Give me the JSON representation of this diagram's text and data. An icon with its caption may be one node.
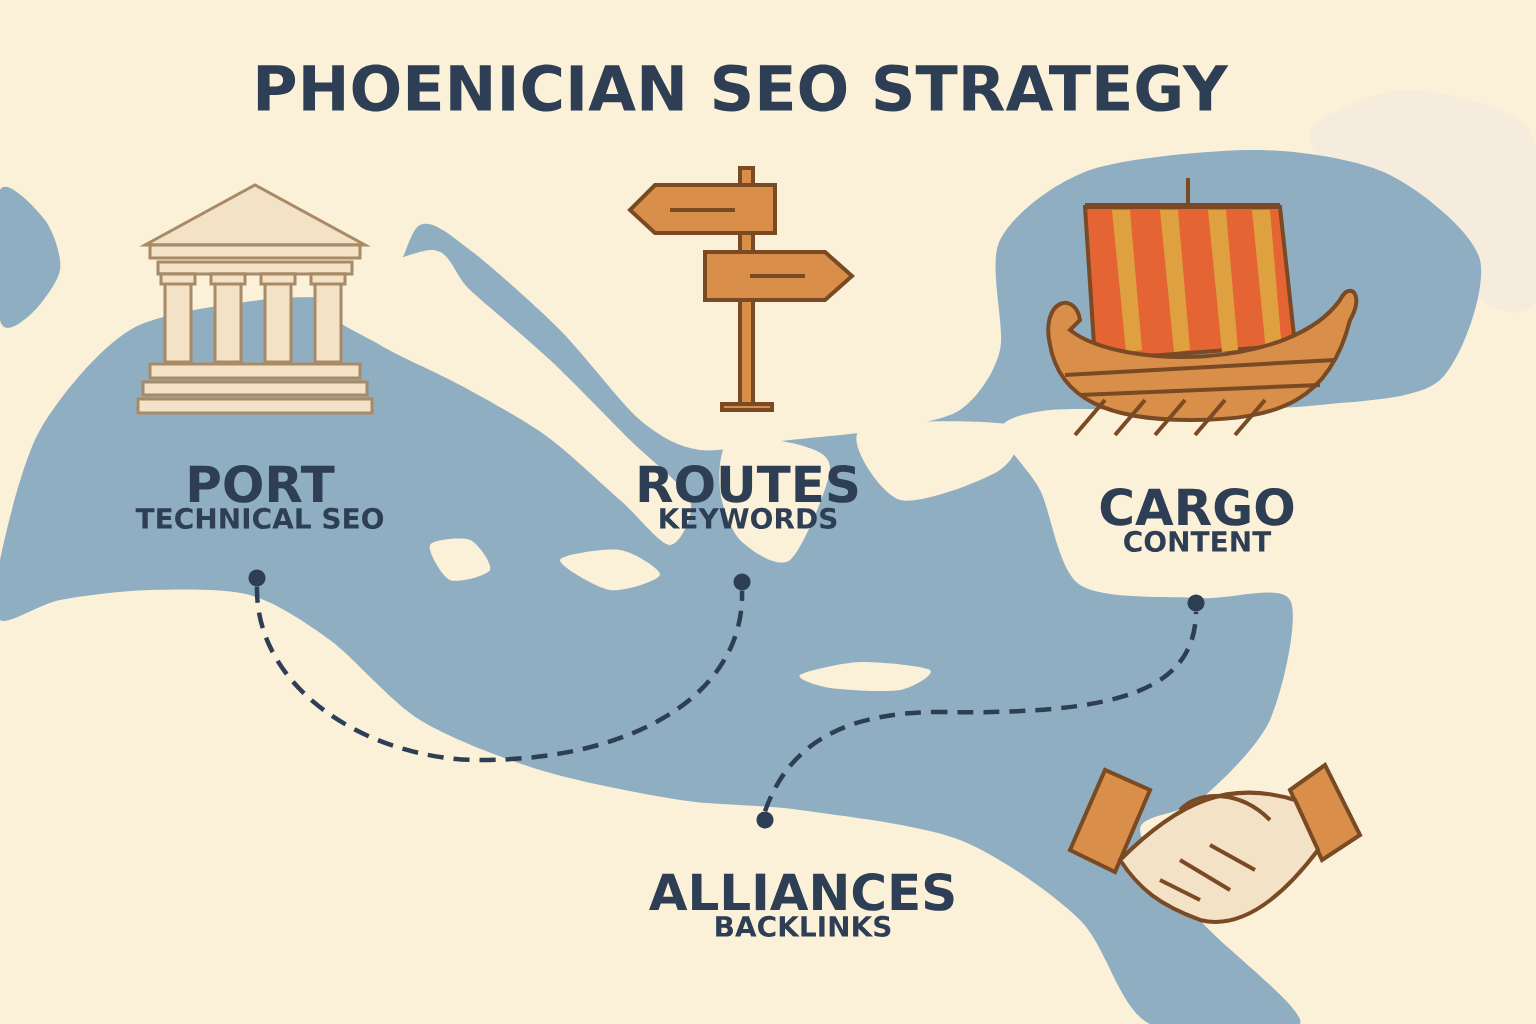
{
  "diagram": {
    "title": "PHOENICIAN SEO STRATEGY",
    "nodes": [
      {
        "text": [
          "PORT",
          "TECHNICAL SEO"
        ]
      },
      {
        "text": [
          "ROUTES",
          "KEYWORDS"
        ]
      },
      {
        "text": [
          "CARGO",
          "CONTENT"
        ]
      },
      {
        "text": [
          "ALLIANCES",
          "BACKLINKS"
        ]
      },
      {
        "text": [],
        "shape": "circle"
      },
      {
        "text": [],
        "shape": "circle"
      },
      {
        "text": [],
        "shape": "circle"
      },
      {
        "text": [],
        "shape": "circle"
      }
    ],
    "edges": [
      {
        "from": 4,
        "to": 5,
        "arrow": "none",
        "style": "dashed"
      },
      {
        "from": 7,
        "to": 6,
        "arrow": "none",
        "style": "dashed"
      }
    ]
  }
}
